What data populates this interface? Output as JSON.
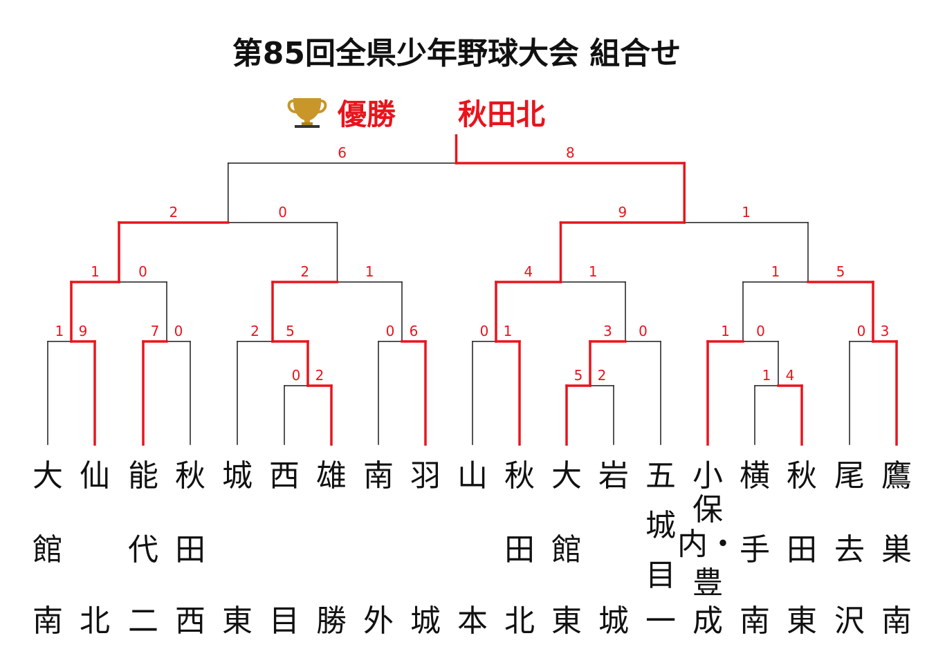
{
  "title": "第85回全県少年野球大会 組合せ",
  "champion": {
    "label": "優勝",
    "team": "秋田北",
    "trophy_icon": "trophy-icon"
  },
  "colors": {
    "win": "#e8141c",
    "line": "#1a1a1a",
    "score": "#e8141c",
    "text": "#111111"
  },
  "teams": [
    {
      "name": "大館南",
      "lines": [
        "大",
        "館",
        "南"
      ]
    },
    {
      "name": "仙北",
      "lines": [
        "仙",
        "",
        "北"
      ]
    },
    {
      "name": "能代二",
      "lines": [
        "能",
        "代",
        "二"
      ]
    },
    {
      "name": "秋田西",
      "lines": [
        "秋",
        "田",
        "西"
      ]
    },
    {
      "name": "城東",
      "lines": [
        "城",
        "",
        "東"
      ]
    },
    {
      "name": "西目",
      "lines": [
        "西",
        "",
        "目"
      ]
    },
    {
      "name": "雄勝",
      "lines": [
        "雄",
        "",
        "勝"
      ]
    },
    {
      "name": "南外",
      "lines": [
        "南",
        "",
        "外"
      ]
    },
    {
      "name": "羽城",
      "lines": [
        "羽",
        "",
        "城"
      ]
    },
    {
      "name": "山本",
      "lines": [
        "山",
        "",
        "本"
      ]
    },
    {
      "name": "秋田北",
      "lines": [
        "秋",
        "田",
        "北"
      ]
    },
    {
      "name": "大館東",
      "lines": [
        "大",
        "館",
        "東"
      ]
    },
    {
      "name": "岩城",
      "lines": [
        "岩",
        "",
        "城"
      ]
    },
    {
      "name": "五城目一",
      "lines": [
        "五",
        "城",
        "目",
        "一"
      ]
    },
    {
      "name": "小保内・豊成",
      "lines": [
        "小",
        "保",
        "内・",
        "豊",
        "成"
      ]
    },
    {
      "name": "横手南",
      "lines": [
        "横",
        "手",
        "南"
      ]
    },
    {
      "name": "秋田東",
      "lines": [
        "秋",
        "田",
        "東"
      ]
    },
    {
      "name": "尾去沢",
      "lines": [
        "尾",
        "去",
        "沢"
      ]
    },
    {
      "name": "鷹巣南",
      "lines": [
        "鷹",
        "巣",
        "南"
      ]
    }
  ],
  "matches": [
    {
      "id": "m1",
      "a": "t0",
      "b": "t1",
      "score": [
        "1",
        "9"
      ],
      "winner": "b"
    },
    {
      "id": "m2",
      "a": "t2",
      "b": "t3",
      "score": [
        "7",
        "0"
      ],
      "winner": "a"
    },
    {
      "id": "m3",
      "a": "t5",
      "b": "t6",
      "score": [
        "0",
        "2"
      ],
      "winner": "b"
    },
    {
      "id": "m4",
      "a": "t4",
      "b": "m3",
      "score": [
        "2",
        "5"
      ],
      "winner": "b"
    },
    {
      "id": "m5",
      "a": "t7",
      "b": "t8",
      "score": [
        "0",
        "6"
      ],
      "winner": "b"
    },
    {
      "id": "m6",
      "a": "t9",
      "b": "t10",
      "score": [
        "0",
        "1"
      ],
      "winner": "b"
    },
    {
      "id": "m7",
      "a": "t11",
      "b": "t12",
      "score": [
        "5",
        "2"
      ],
      "winner": "a"
    },
    {
      "id": "m8",
      "a": "m7",
      "b": "t13",
      "score": [
        "3",
        "0"
      ],
      "winner": "a"
    },
    {
      "id": "m9",
      "a": "t14",
      "b": "m10",
      "score": [
        "1",
        "0"
      ],
      "winner": "a"
    },
    {
      "id": "m10",
      "a": "t15",
      "b": "t16",
      "score": [
        "1",
        "4"
      ],
      "winner": "b"
    },
    {
      "id": "m11",
      "a": "t17",
      "b": "t18",
      "score": [
        "0",
        "3"
      ],
      "winner": "b"
    },
    {
      "id": "m12",
      "a": "m1",
      "b": "m2",
      "score": [
        "1",
        "0"
      ],
      "winner": "a"
    },
    {
      "id": "m13",
      "a": "m4",
      "b": "m5",
      "score": [
        "2",
        "1"
      ],
      "winner": "a"
    },
    {
      "id": "m14",
      "a": "m6",
      "b": "m8",
      "score": [
        "4",
        "1"
      ],
      "winner": "a"
    },
    {
      "id": "m15",
      "a": "m9",
      "b": "m11",
      "score": [
        "1",
        "5"
      ],
      "winner": "b"
    },
    {
      "id": "m16",
      "a": "m12",
      "b": "m13",
      "score": [
        "2",
        "0"
      ],
      "winner": "a"
    },
    {
      "id": "m17",
      "a": "m14",
      "b": "m15",
      "score": [
        "9",
        "1"
      ],
      "winner": "a"
    },
    {
      "id": "m18",
      "a": "m16",
      "b": "m17",
      "score": [
        "6",
        "8"
      ],
      "winner": "b"
    }
  ]
}
